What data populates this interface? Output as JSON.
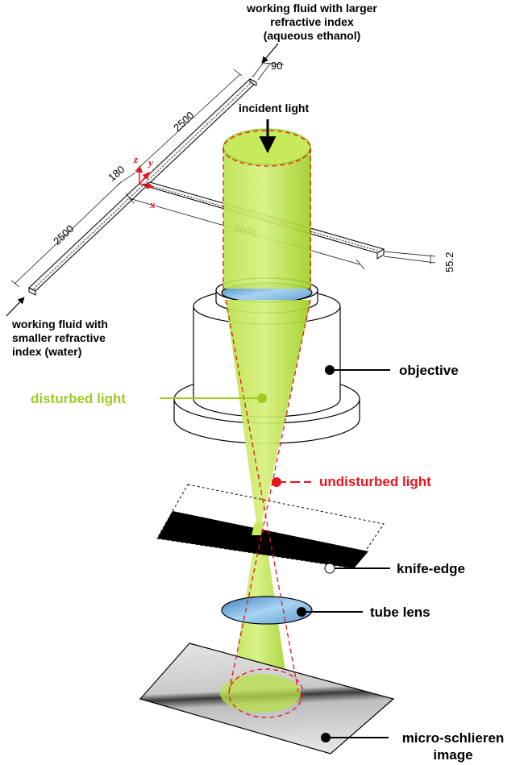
{
  "labels": {
    "larger_fluid": [
      "working fluid with larger",
      "refractive index",
      "(aqueous ethanol)"
    ],
    "smaller_fluid": [
      "working fluid with",
      "smaller refractive",
      "index (water)"
    ],
    "incident_light": "incident light",
    "objective": "objective",
    "disturbed_light": "disturbed light",
    "undisturbed_light": "undisturbed light",
    "knife_edge": "knife-edge",
    "tube_lens": "tube lens",
    "micro_schlieren": [
      "micro-schlieren",
      "image"
    ]
  },
  "dimensions": {
    "width_top": "90",
    "length_upper": "2500",
    "junction": "180",
    "length_lower": "2500",
    "length_cross": "3000",
    "depth": "55.2"
  },
  "axes": {
    "z": "z",
    "y": "y",
    "x": "x"
  },
  "colors": {
    "beam": "#a8d92e",
    "beam_dark": "#8dbf1a",
    "undisturbed": "#e8141c",
    "disturbed_label": "#9ccc22",
    "lens": "#6fa8d8"
  }
}
